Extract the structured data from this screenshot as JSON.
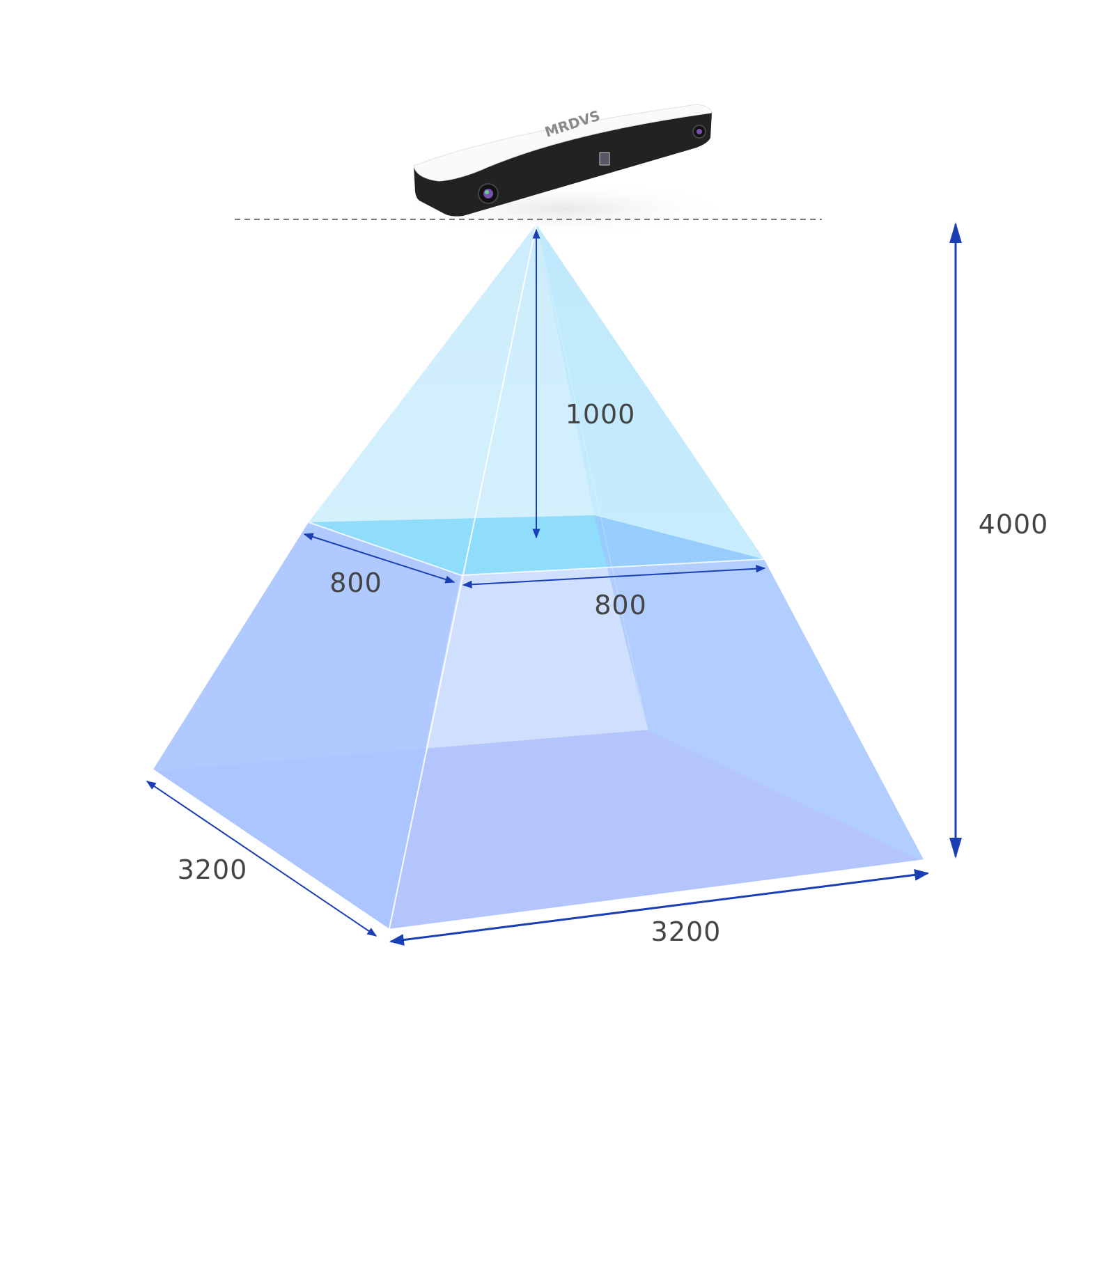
{
  "device": {
    "brand_logo": "MRDVS"
  },
  "dimensions": {
    "total_height": "4000",
    "near_distance": "1000",
    "near_depth": "800",
    "near_width": "800",
    "far_depth": "3200",
    "far_width": "3200"
  },
  "colors": {
    "arrow": "#1a3fb5",
    "text": "#444444",
    "near_plane": "#8fdcfb",
    "far_plane": "#c0c6fd",
    "frustum": "#a9c4fe"
  }
}
